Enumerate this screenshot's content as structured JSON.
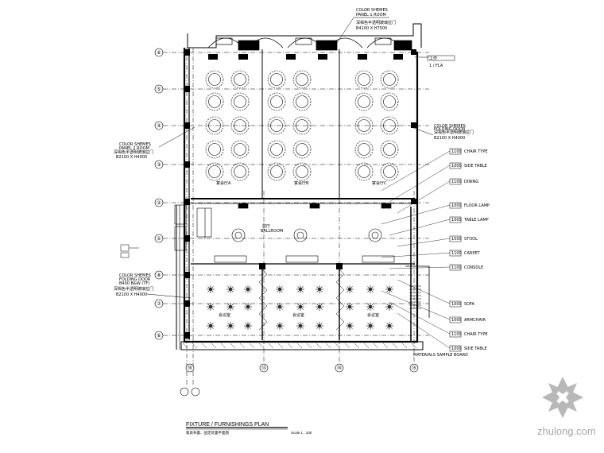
{
  "drawing": {
    "title": "FIXTURE / FURNISHINGS  PLAN",
    "subtitle": "家具布置、固定装置平面图",
    "scale": "Scale  1 : 100"
  },
  "grid_rows": [
    "⑥",
    "⑤",
    "④",
    "③",
    "②",
    "①",
    "⑧",
    "⑦",
    "⑥"
  ],
  "grid_cols": [
    "⑬",
    "⑭",
    "⑮",
    "⑯"
  ],
  "callouts": {
    "top": [
      "COLOR SHEMES",
      "PANEL 1 ROOM",
      "深褐色半透明玻璃拉门",
      "B4100 X H7500"
    ],
    "left_1": [
      "COLOR SHEMES",
      "PANEL 2 ROOM",
      "深褐色半透明玻璃拉门",
      "B2100 X H4000"
    ],
    "left_2": [
      "COLOR SHEMES",
      "FOLDING DOOR",
      "B400 B&W (TF)",
      "深褐色半透明玻璃拉门",
      "B2100 X H4000"
    ],
    "right_1": [
      "深褐色半透明玻璃拉门",
      "B2100 X H4000"
    ],
    "right_2": [
      "COLOR SHEMES",
      "FOLDING DOOR",
      "B2100 X H4000"
    ],
    "top_right": [
      "工作",
      "1 / FLA"
    ],
    "bottom_right": "MATERIALS SAMPLE BOARD"
  },
  "tags": [
    "1100",
    "1000",
    "1100",
    "1000",
    "1000",
    "1000",
    "1100",
    "1100",
    "1000",
    "1000"
  ],
  "tag_notes": [
    "CHAIR TYPE",
    "SIDE TABLE",
    "DINING",
    "FLOOR LAMP",
    "TABLE LAMP",
    "STOOL",
    "CARPET",
    "CONSOLE",
    "SOFA",
    "ARMCHAIR"
  ],
  "room_labels": [
    "宴会厅A",
    "宴会厅B",
    "宴会厅C",
    "前厅",
    "BALLROOM",
    "会议室",
    "会议室",
    "会议室"
  ],
  "watermark": "zhulong.com"
}
